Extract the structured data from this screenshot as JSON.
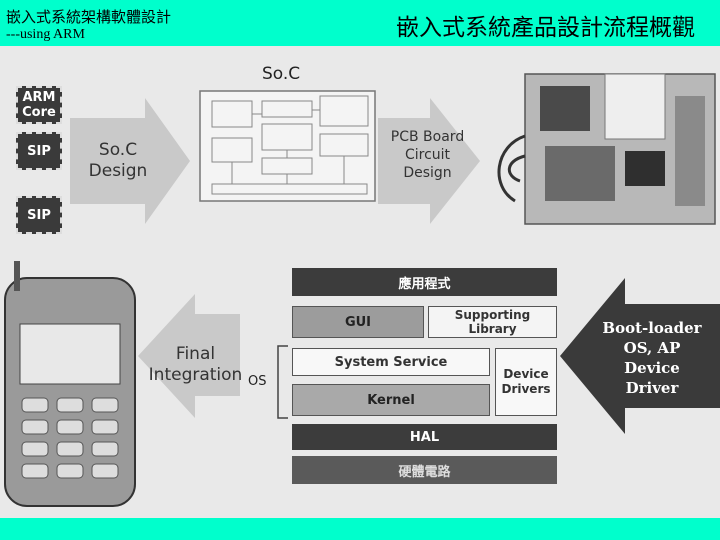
{
  "header": {
    "course_title": "嵌入式系統架構軟體設計",
    "course_subtitle": "---using ARM",
    "slide_title": "嵌入式系統產品設計流程概觀"
  },
  "figure": {
    "top_row": {
      "chips": [
        "ARM Core",
        "SIP",
        "SIP"
      ],
      "soc_design_label": "So.C Design",
      "soc_label": "So.C",
      "pcb_label": "PCB Board Circuit Design"
    },
    "bottom_row": {
      "final_integration_label": "Final Integration",
      "os_label": "OS",
      "stack": {
        "applications": "應用程式",
        "gui": "GUI",
        "supporting_library": "Supporting Library",
        "system_service": "System Service",
        "device_drivers": "Device Drivers",
        "kernel": "Kernel",
        "hal": "HAL",
        "hardware": "硬體電路"
      },
      "bootloader_label": "Boot-loader OS, AP Device Driver"
    }
  }
}
